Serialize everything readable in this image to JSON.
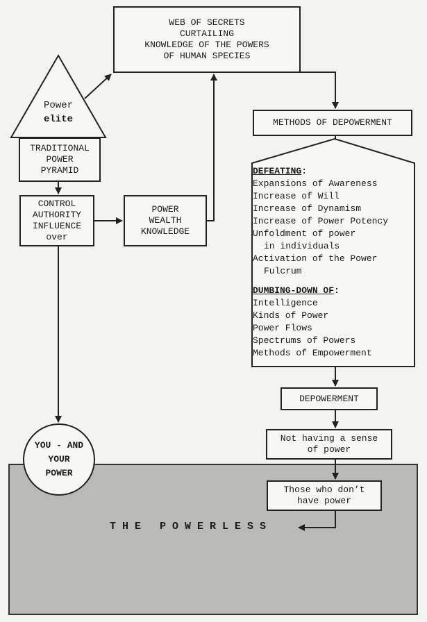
{
  "web_of_secrets": {
    "lines": [
      "WEB OF SECRETS",
      "CURTAILING",
      "KNOWLEDGE OF THE POWERS",
      "OF HUMAN SPECIES"
    ]
  },
  "pyramid": {
    "top_word": "Power",
    "bottom_word": "elite"
  },
  "traditional": {
    "lines": [
      "TRADITIONAL",
      "POWER",
      "PYRAMID"
    ]
  },
  "control": {
    "lines": [
      "CONTROL",
      "AUTHORITY",
      "INFLUENCE",
      "over"
    ]
  },
  "power_wealth": {
    "lines": [
      "POWER",
      "WEALTH",
      "KNOWLEDGE"
    ]
  },
  "methods": {
    "label": "METHODS OF DEPOWERMENT"
  },
  "defeating": {
    "heading": "DEFEATING",
    "items": [
      "Expansions of Awareness",
      "Increase of Will",
      "Increase of Dynamism",
      "Increase of Power Potency",
      "Unfoldment of power",
      "in individuals",
      "Activation of the Power",
      "Fulcrum"
    ]
  },
  "dumbing": {
    "heading": "DUMBING-DOWN OF",
    "items": [
      "Intelligence",
      "Kinds of Power",
      "Power Flows",
      "Spectrums of Powers",
      "Methods of Empowerment"
    ]
  },
  "depowerment": {
    "label": "DEPOWERMENT"
  },
  "not_having": {
    "lines": [
      "Not having a sense",
      "of power"
    ]
  },
  "those_who": {
    "lines": [
      "Those who don’t",
      "have power"
    ]
  },
  "you": {
    "lines": [
      "YOU - AND",
      "YOUR",
      "POWER"
    ]
  },
  "powerless": {
    "label": "THE POWERLESS"
  }
}
